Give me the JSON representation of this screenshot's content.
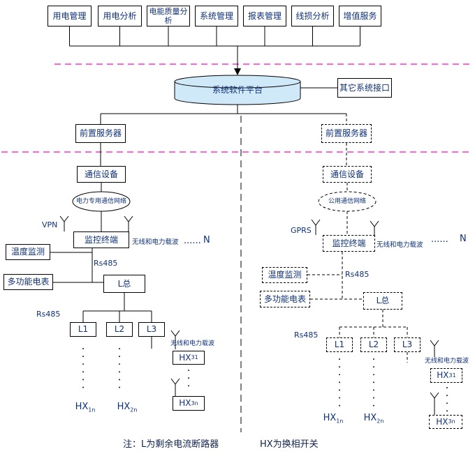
{
  "colors": {
    "text": "#0f3179",
    "line": "#000000",
    "separator": "#ff33cc",
    "cylinder_fill": "#cfe9f8",
    "box_bg": "#ffffff"
  },
  "modules": [
    "用电管理",
    "用电分析",
    "电能质量分析",
    "系统管理",
    "报表管理",
    "线损分析",
    "增值服务"
  ],
  "platform_label": "系统软件平台",
  "other_interface_label": "其它系统接口",
  "note": {
    "part1": "注：L为剩余电流断路器",
    "part2": "HX为换相开关"
  },
  "left": {
    "front_server": "前置服务器",
    "comm_device": "通信设备",
    "network": "电力专用通信网络",
    "access": "VPN",
    "terminal": "监控终端",
    "wireless": "无线和电力载波",
    "ellipsis": "......",
    "n": "N",
    "temp": "温度监测",
    "rs485_upper": "Rs485",
    "meter": "多功能电表",
    "l_total": "L总",
    "rs485_lower": "Rs485",
    "l1": "L1",
    "l2": "L2",
    "l3": "L3",
    "wireless_lower": "无线和电力载波",
    "hx31": {
      "base": "HX",
      "sub": "31"
    },
    "hx1n": {
      "base": "HX",
      "sub": "1n"
    },
    "hx2n": {
      "base": "HX",
      "sub": "2n"
    },
    "hx3n": {
      "base": "HX",
      "sub": "3n"
    }
  },
  "right": {
    "front_server": "前置服务器",
    "comm_device": "通信设备",
    "network": "公用通信网络",
    "access": "GPRS",
    "terminal": "监控终端",
    "wireless": "无线和电力载波",
    "ellipsis": "......",
    "n": "N",
    "temp": "温度监测",
    "rs485_upper": "Rs485",
    "meter": "多功能电表",
    "l_total": "L总",
    "rs485_lower": "Rs485",
    "l1": "L1",
    "l2": "L2",
    "l3": "L3",
    "wireless_lower": "无线和电力载波",
    "hx31": {
      "base": "HX",
      "sub": "31"
    },
    "hx1n": {
      "base": "HX",
      "sub": "1n"
    },
    "hx2n": {
      "base": "HX",
      "sub": "2n"
    },
    "hx3n": {
      "base": "HX",
      "sub": "3n"
    }
  }
}
